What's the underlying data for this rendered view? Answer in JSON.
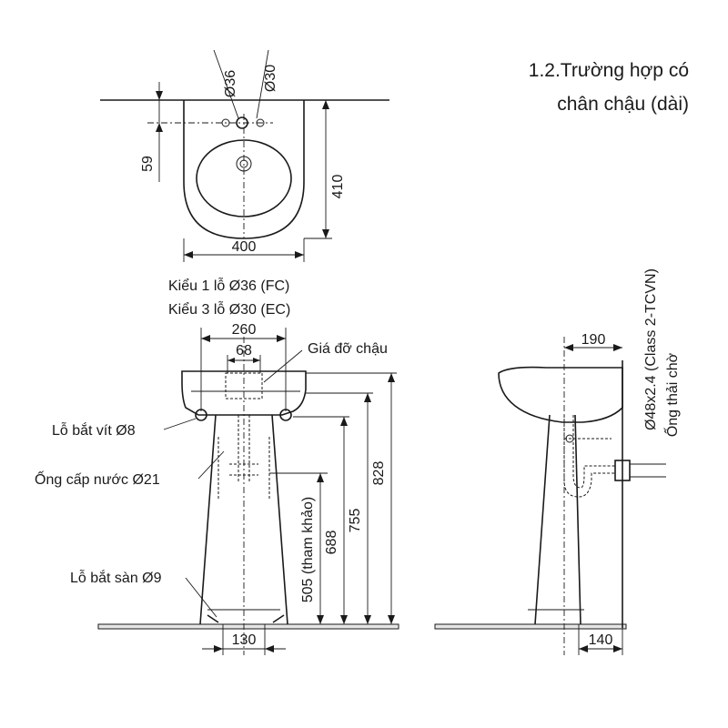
{
  "title": {
    "line1": "1.2.Trường hợp có",
    "line2": "chân chậu (dài)"
  },
  "top_view": {
    "dia_one_hole": "Ø36",
    "dia_three_hole": "Ø30",
    "hole_offset": "59",
    "depth": "410",
    "width": "400",
    "caption_line1": "Kiểu 1 lỗ Ø36 (FC)",
    "caption_line2": "Kiểu 3 lỗ Ø30 (EC)"
  },
  "front_view": {
    "dim_260": "260",
    "dim_68": "68",
    "label_bracket": "Giá đỡ chậu",
    "label_screw_hole": "Lỗ bắt vít Ø8",
    "label_supply_pipe": "Ống cấp nước Ø21",
    "label_floor_hole": "Lỗ bắt sàn Ø9",
    "dim_505": "505 (tham khảo)",
    "dim_688": "688",
    "dim_755": "755",
    "dim_828": "828",
    "dim_130": "130"
  },
  "side_view": {
    "dim_190": "190",
    "label_drain_pipe": "Ø48x2.4 (Class 2-TCVN)",
    "label_waste_outlet": "Ống thải chờ",
    "dim_140": "140"
  }
}
